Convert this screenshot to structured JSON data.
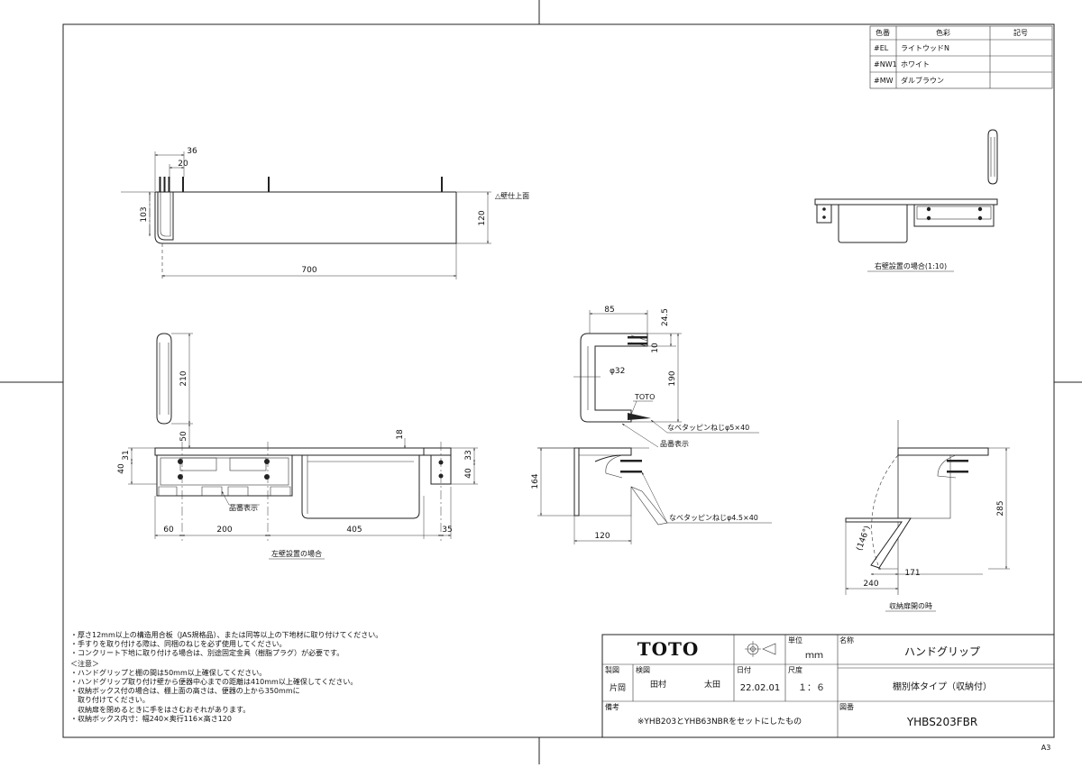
{
  "color_table": {
    "headers": [
      "色番",
      "色彩",
      "記号"
    ],
    "rows": [
      {
        "code": "#EL",
        "name": "ライトウッドN",
        "mark": ""
      },
      {
        "code": "#NW1",
        "name": "ホワイト",
        "mark": ""
      },
      {
        "code": "#MW",
        "name": "ダルブラウン",
        "mark": ""
      }
    ]
  },
  "dims_top": {
    "d36": "36",
    "d20": "20",
    "d103": "103",
    "d120": "120",
    "d700": "700",
    "wall_top": "△壁仕上面"
  },
  "dims_left": {
    "d210": "210",
    "d50": "50",
    "d18": "18",
    "d31": "31",
    "d40a": "40",
    "d33": "33",
    "d40b": "40",
    "d60": "60",
    "d200": "200",
    "d405": "405",
    "d35": "35",
    "product_label": "品番表示",
    "caption": "左壁設置の場合"
  },
  "dims_mid": {
    "d85": "85",
    "d24_5": "24.5",
    "d10": "10",
    "d32": "φ32",
    "d190": "190",
    "toto": "TOTO",
    "screw1": "なべタッピンねじφ5×40",
    "product_label": "品番表示",
    "d164": "164",
    "d120": "120",
    "screw2": "なべタッピンねじφ4.5×40"
  },
  "dims_right": {
    "d285": "285",
    "angle": "(146°)",
    "d171": "171",
    "d240": "240",
    "caption_open": "収納扉開の時",
    "caption_right": "右壁設置の場合(1:10)"
  },
  "notes": {
    "lines": [
      "・厚さ12mm以上の構造用合板（JAS規格品）、または同等以上の下地材に取り付けてください。",
      "・手すりを取り付ける際は、同梱のねじを必ず使用してください。",
      "・コンクリート下地に取り付ける場合は、別途固定金具（樹脂プラグ）が必要です。",
      "＜注意＞",
      "・ハンドグリップと棚の間は50mm以上確保してください。",
      "・ハンドグリップ取り付け壁から便器中心までの距離は410mm以上確保してください。",
      "・収納ボックス付の場合は、棚上面の高さは、便器の上から350mmに",
      "　取り付けてください。",
      "　収納扉を閉めるときに手をはさむおそれがあります。",
      "・収納ボックス内寸：幅240×奥行116×高さ120"
    ]
  },
  "title_block": {
    "company": "TOTO",
    "unit_label": "単位",
    "unit": "ｍｍ",
    "name_label": "名称",
    "name": "ハンドグリップ",
    "drawn_label": "製図",
    "drawn": "片岡",
    "checked_label": "検図",
    "checked_1": "田村",
    "checked_2": "太田",
    "date_label": "日付",
    "date": "22.02.01",
    "scale_label": "尺度",
    "scale": "１：６",
    "subname": "棚別体タイプ（収納付）",
    "remarks_label": "備考",
    "remarks": "※YHB203とYHB63NBRをセットにしたもの",
    "dwg_label": "図番",
    "dwg_no": "YHBS203FBR",
    "sheet": "A3"
  }
}
